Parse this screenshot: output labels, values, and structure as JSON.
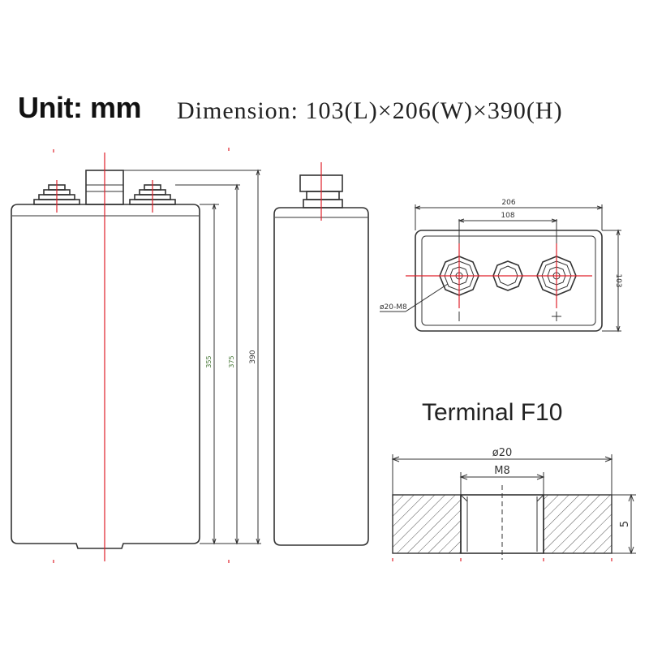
{
  "header": {
    "unit_label": "Unit: mm",
    "dimension_label": "Dimension: 103(L)×206(W)×390(H)"
  },
  "front_view": {
    "dim_355": "355",
    "dim_375": "375",
    "dim_390": "390"
  },
  "top_view": {
    "dim_206": "206",
    "dim_108": "108",
    "dim_103": "103",
    "thread_callout": "ø20-M8"
  },
  "terminal": {
    "title": "Terminal F10",
    "dim_outer": "ø20",
    "dim_thread": "M8",
    "dim_height": "5"
  },
  "colors": {
    "outline": "#333333",
    "centerline": "#e0202a",
    "dim_text_green": "#4a7a3a"
  }
}
